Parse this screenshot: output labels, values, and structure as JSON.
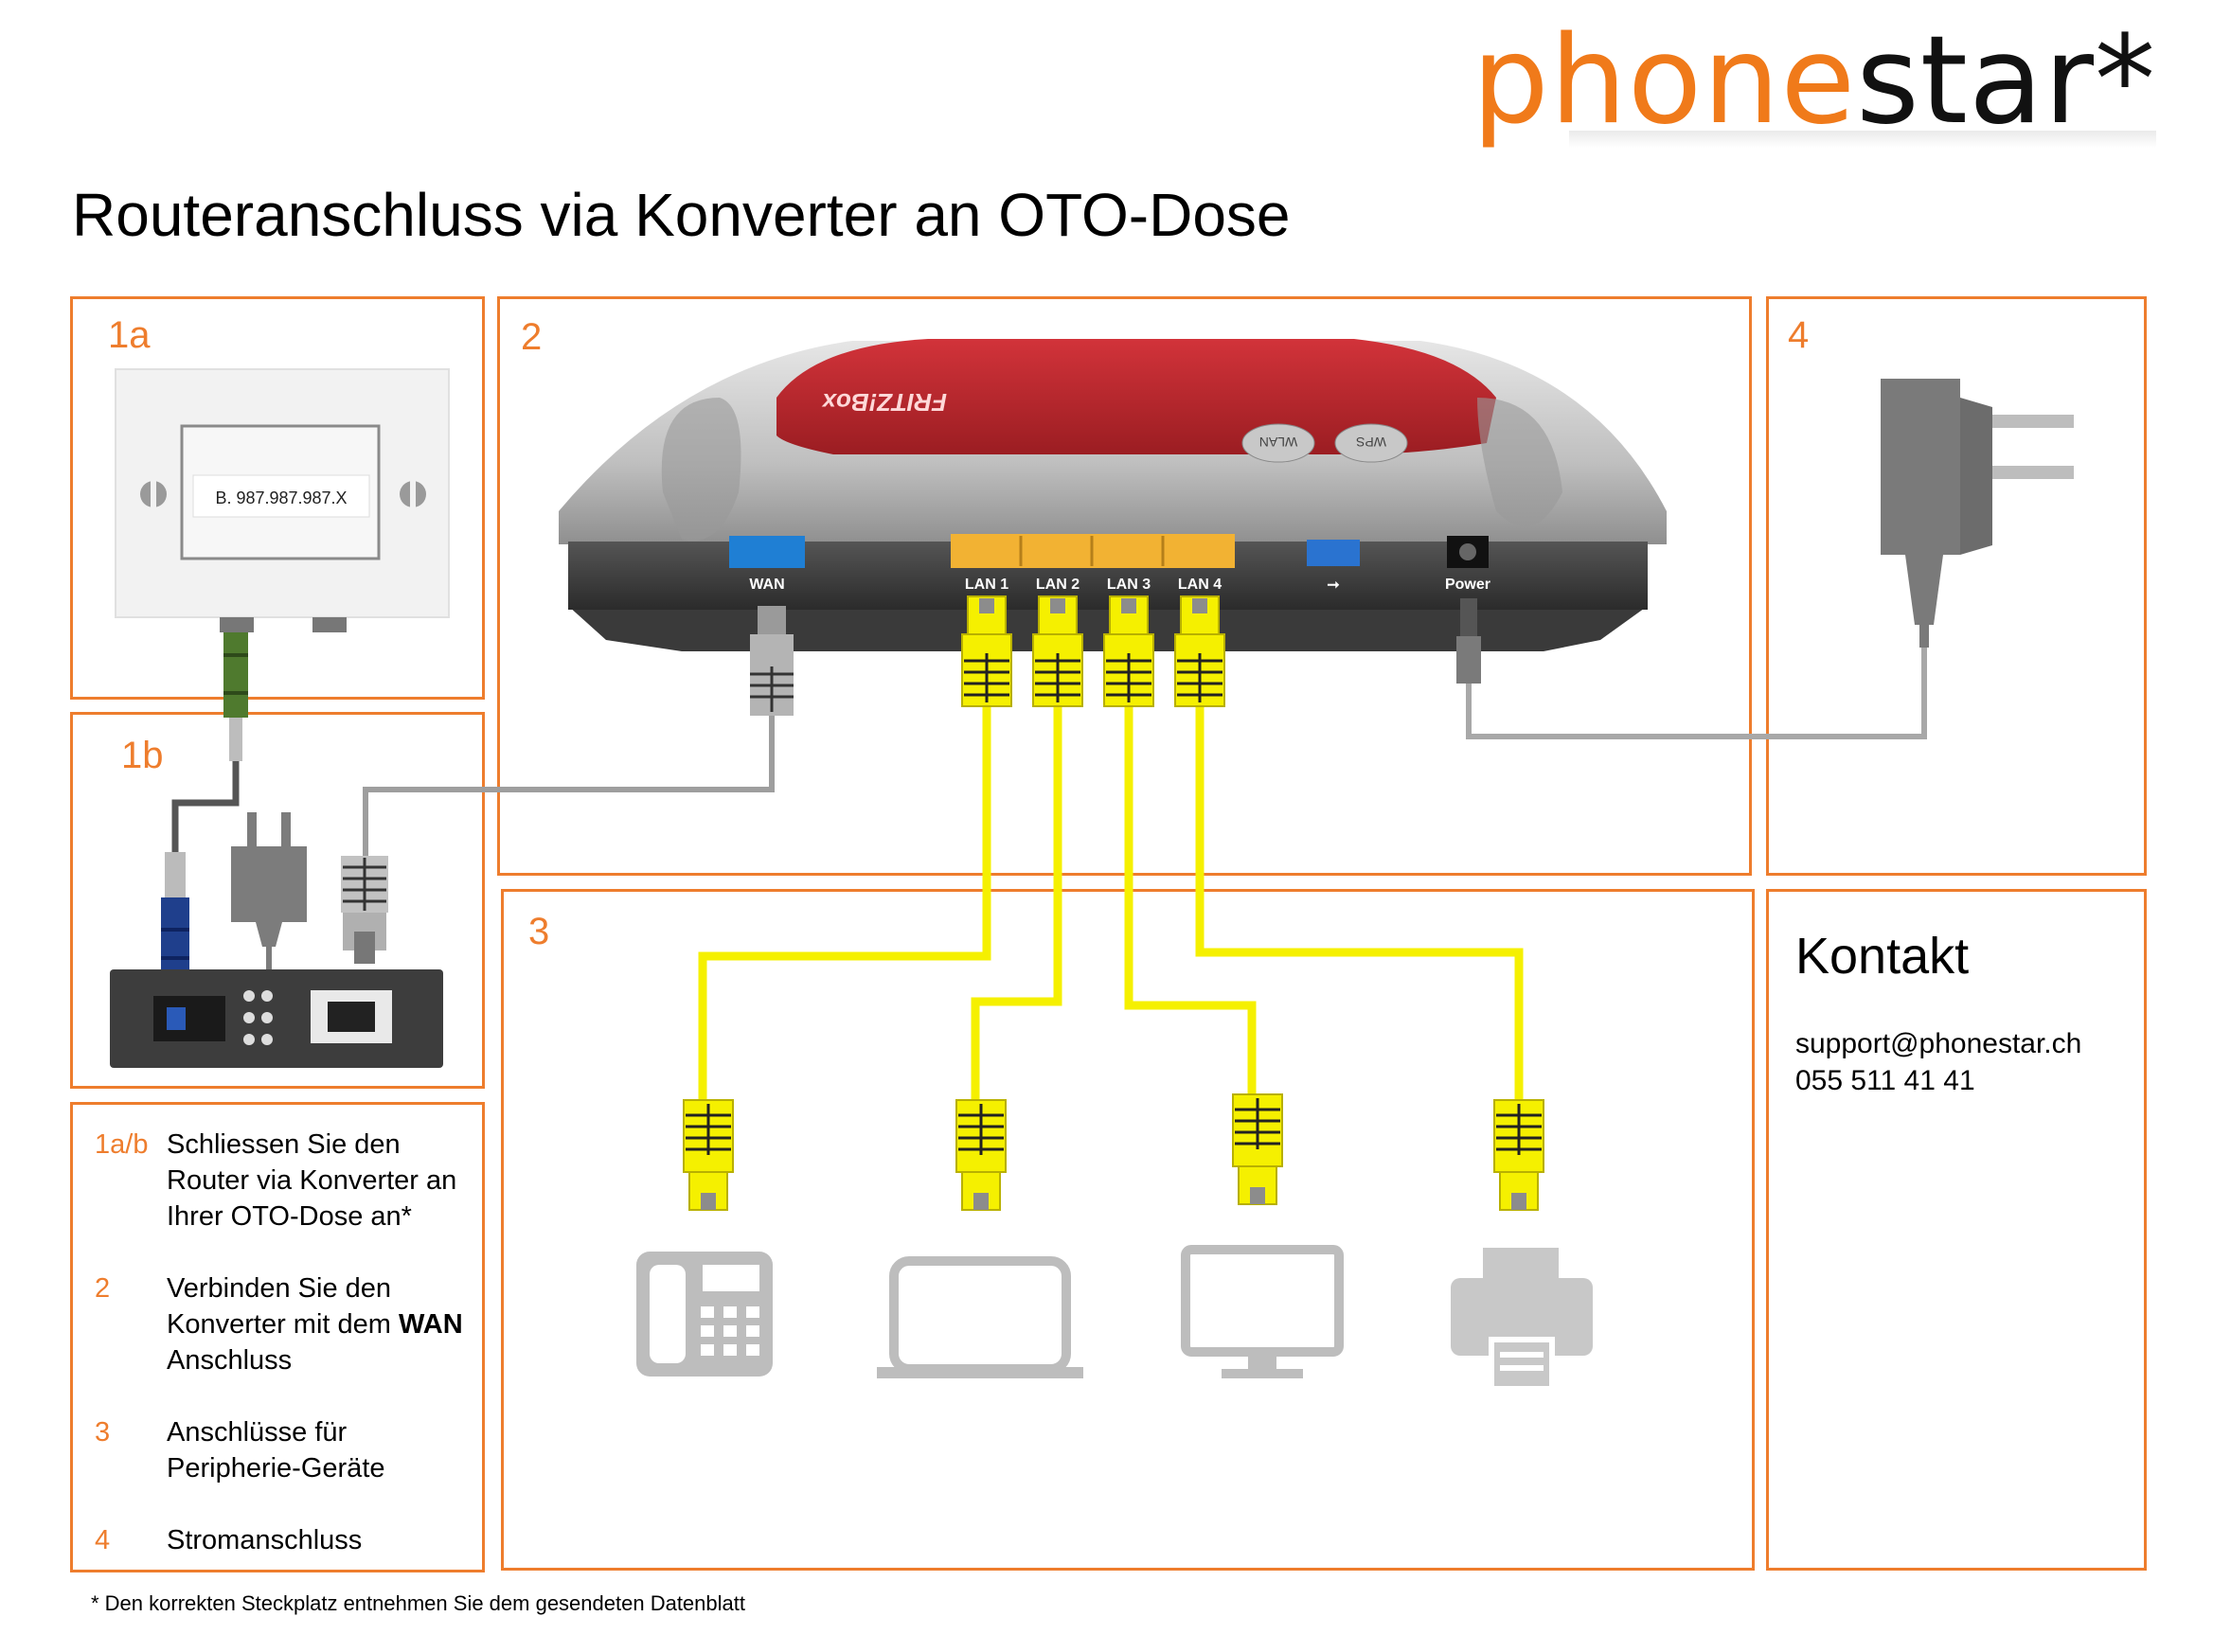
{
  "brand": {
    "logo_prefix": "phone",
    "logo_suffix": "star*"
  },
  "title": "Routeranschluss via Konverter an OTO-Dose",
  "panels": {
    "p1a": "1a",
    "p1b": "1b",
    "p2": "2",
    "p3": "3",
    "p4": "4"
  },
  "oto": {
    "plate_id": "B. 987.987.987.X"
  },
  "router": {
    "brand_text": "FRITZ!Box",
    "button_wlan": "WLAN",
    "button_wps": "WPS",
    "ports": {
      "wan": "WAN",
      "lan1": "LAN 1",
      "lan2": "LAN 2",
      "lan3": "LAN 3",
      "lan4": "LAN 4",
      "usb": "⭢",
      "power": "Power"
    }
  },
  "steps": [
    {
      "num": "1a/b",
      "text": "Schliessen Sie den Router via Konverter an Ihrer OTO-Dose an*"
    },
    {
      "num": "2",
      "text_pre": "Verbinden Sie den Konverter mit dem ",
      "text_bold": "WAN",
      "text_post": " Anschluss"
    },
    {
      "num": "3",
      "text": "Anschlüsse für Peripherie-Geräte"
    },
    {
      "num": "4",
      "text": "Stromanschluss"
    }
  ],
  "contact": {
    "title": "Kontakt",
    "email": "support@phonestar.ch",
    "phone": "055 511 41 41"
  },
  "footnote": "* Den korrekten Steckplatz entnehmen Sie dem gesendeten Datenblatt",
  "colors": {
    "accent": "#ee7d2d",
    "cable_yellow": "#f5f000",
    "device_gray": "#bdbdbd"
  }
}
